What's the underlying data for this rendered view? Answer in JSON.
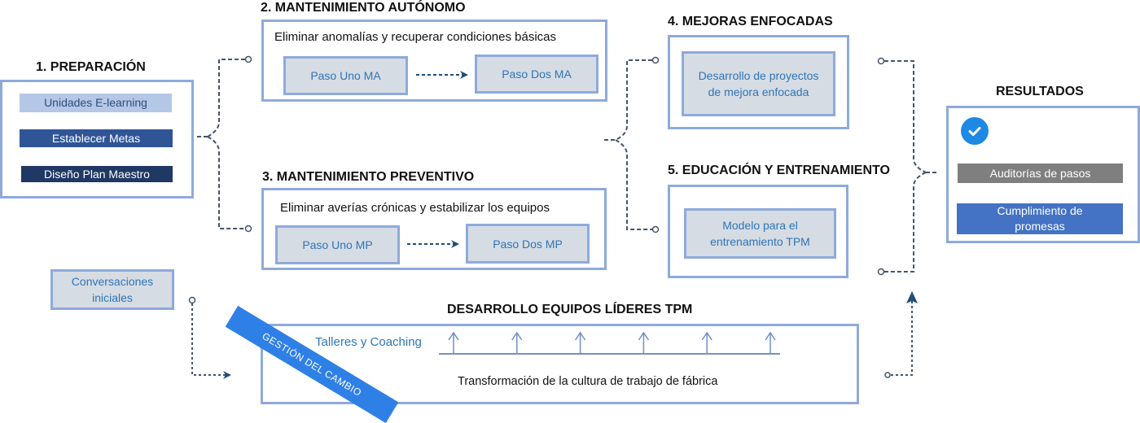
{
  "preparacion": {
    "title": "1. PREPARACIÓN",
    "items": [
      {
        "label": "Unidades E-learning",
        "bg": "#b4c7e7",
        "fg": "#2f4d7a"
      },
      {
        "label": "Establecer Metas",
        "bg": "#2f5597",
        "fg": "#ffffff"
      },
      {
        "label": "Diseño Plan Maestro",
        "bg": "#1f3864",
        "fg": "#ffffff"
      }
    ]
  },
  "mantenimiento_autonomo": {
    "title": "2. MANTENIMIENTO AUTÓNOMO",
    "description": "Eliminar anomalías y recuperar condiciones básicas",
    "step1": "Paso Uno MA",
    "step2": "Paso Dos MA"
  },
  "mantenimiento_preventivo": {
    "title": "3. MANTENIMIENTO PREVENTIVO",
    "description": "Eliminar averías crónicas y estabilizar los equipos",
    "step1": "Paso Uno MP",
    "step2": "Paso Dos MP"
  },
  "mejoras_enfocadas": {
    "title": "4. MEJORAS ENFOCADAS",
    "item": "Desarrollo de proyectos de mejora enfocada"
  },
  "educacion": {
    "title": "5. EDUCACIÓN Y ENTRENAMIENTO",
    "item": "Modelo para el entrenamiento TPM"
  },
  "resultados": {
    "title": "RESULTADOS",
    "icon": "check-circle-icon",
    "items": [
      {
        "label": "Auditorías de pasos",
        "bg": "#7f7f7f",
        "fg": "#ffffff"
      },
      {
        "label": "Cumplimiento de promesas",
        "bg": "#4472c4",
        "fg": "#ffffff"
      }
    ]
  },
  "conversaciones": "Conversaciones iniciales",
  "gestion_cambio": "GESTIÓN DEL CAMBIO",
  "lideres": {
    "title": "DESARROLLO EQUIPOS LÍDERES TPM",
    "talleres": "Talleres y Coaching",
    "transformacion": "Transformación de la cultura de trabajo de fábrica",
    "arrow_count": 6
  },
  "colors": {
    "frame": "#8eaadb",
    "step_bg": "#d6dce4",
    "step_text": "#2e75b6",
    "connector": "#44546a",
    "banner": "#2f80e6"
  }
}
